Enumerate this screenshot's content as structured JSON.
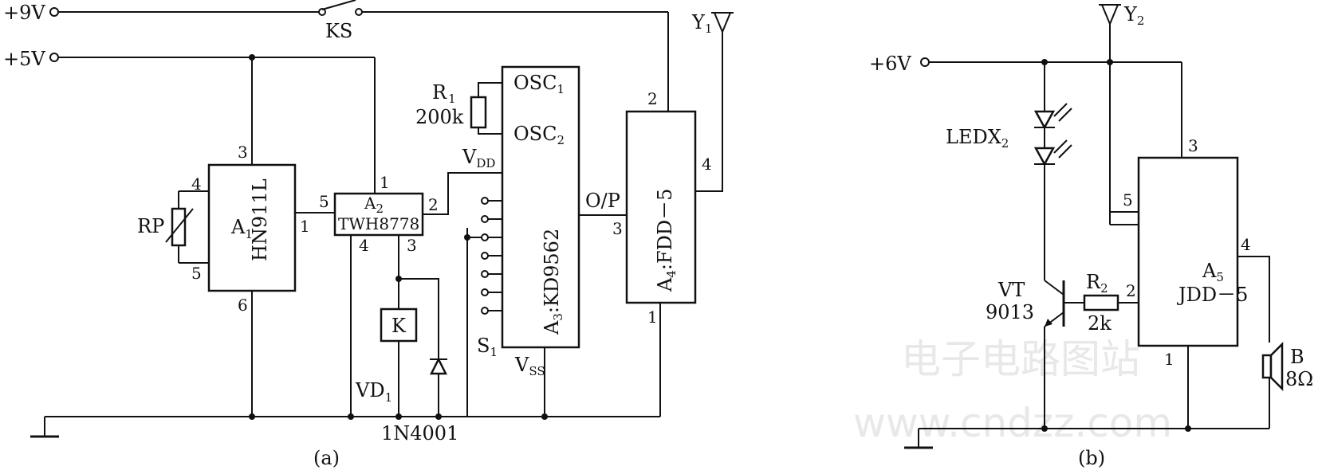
{
  "watermark": {
    "line1": "电子电路图站",
    "line2": "www.cndzz.com"
  },
  "panel_a": {
    "caption": "(a)",
    "supply_9v": "+9V",
    "supply_5v": "+5V",
    "switch_ks": "KS",
    "antenna_y1": {
      "base": "Y",
      "sub": "1"
    },
    "rp": "RP",
    "r1": {
      "base": "R",
      "sub": "1",
      "value": "200k"
    },
    "a1": {
      "name": "A",
      "sub": "1",
      "part": "HN911L",
      "pins": [
        "3",
        "4",
        "5",
        "1",
        "6"
      ]
    },
    "a2": {
      "name": "A",
      "sub": "2",
      "part": "TWH8778",
      "pins": [
        "1",
        "5",
        "2",
        "4",
        "3"
      ]
    },
    "a3": {
      "name": "A",
      "sub": "3",
      "part": ":KD9562",
      "osc1": {
        "base": "OSC",
        "sub": "1"
      },
      "osc2": {
        "base": "OSC",
        "sub": "2"
      },
      "vdd": {
        "base": "V",
        "sub": "DD"
      },
      "vss": {
        "base": "V",
        "sub": "SS"
      },
      "op": "O/P",
      "op_pin": "3"
    },
    "a4": {
      "name": "A",
      "sub": "4",
      "part": ":FDD－5",
      "pins": [
        "2",
        "4",
        "1"
      ]
    },
    "relay_k": "K",
    "vd1": {
      "base": "VD",
      "sub": "1",
      "part": "1N4001"
    },
    "s1": {
      "base": "S",
      "sub": "1"
    }
  },
  "panel_b": {
    "caption": "(b)",
    "supply_6v": "+6V",
    "antenna_y2": {
      "base": "Y",
      "sub": "2"
    },
    "ledx2": {
      "base": "LEDX",
      "sub": "2"
    },
    "vt": {
      "name": "VT",
      "part": "9013"
    },
    "r2": {
      "base": "R",
      "sub": "2",
      "value": "2k"
    },
    "a5": {
      "name": "A",
      "sub": "5",
      "part": "JDD－5",
      "pins": [
        "3",
        "5",
        "4",
        "2",
        "1"
      ]
    },
    "speaker": {
      "name": "B",
      "value": "8Ω"
    }
  }
}
